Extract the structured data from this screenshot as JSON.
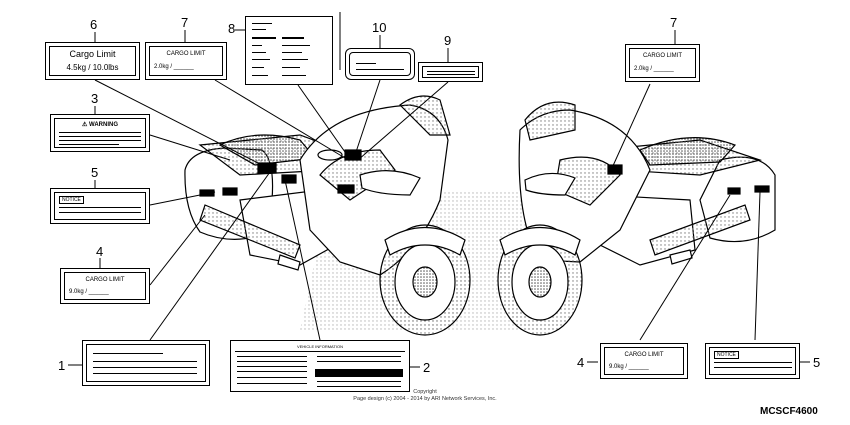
{
  "callouts": [
    "1",
    "2",
    "3",
    "4",
    "5",
    "6",
    "7",
    "8",
    "9",
    "10"
  ],
  "labels": {
    "cargo_limit_large": {
      "title": "Cargo Limit",
      "value": "4.5kg  /  10.0lbs"
    },
    "cargo_limit_top": {
      "title": "CARGO LIMIT",
      "value": "2.0kg   /  ______"
    },
    "cargo_limit_side": {
      "title": "CARGO LIMIT",
      "value": "9.0kg   /  ______"
    },
    "warning": {
      "title": "⚠ WARNING"
    },
    "notice": {
      "title": "NOTICE"
    },
    "vehicle_info": {
      "title": "VEHICLE INFORMATION"
    }
  },
  "copyright": {
    "line1": "Copyright",
    "line2": "Page design (c) 2004 - 2014 by ARI Network Services, Inc."
  },
  "diagram_code": "MCSCF4600"
}
